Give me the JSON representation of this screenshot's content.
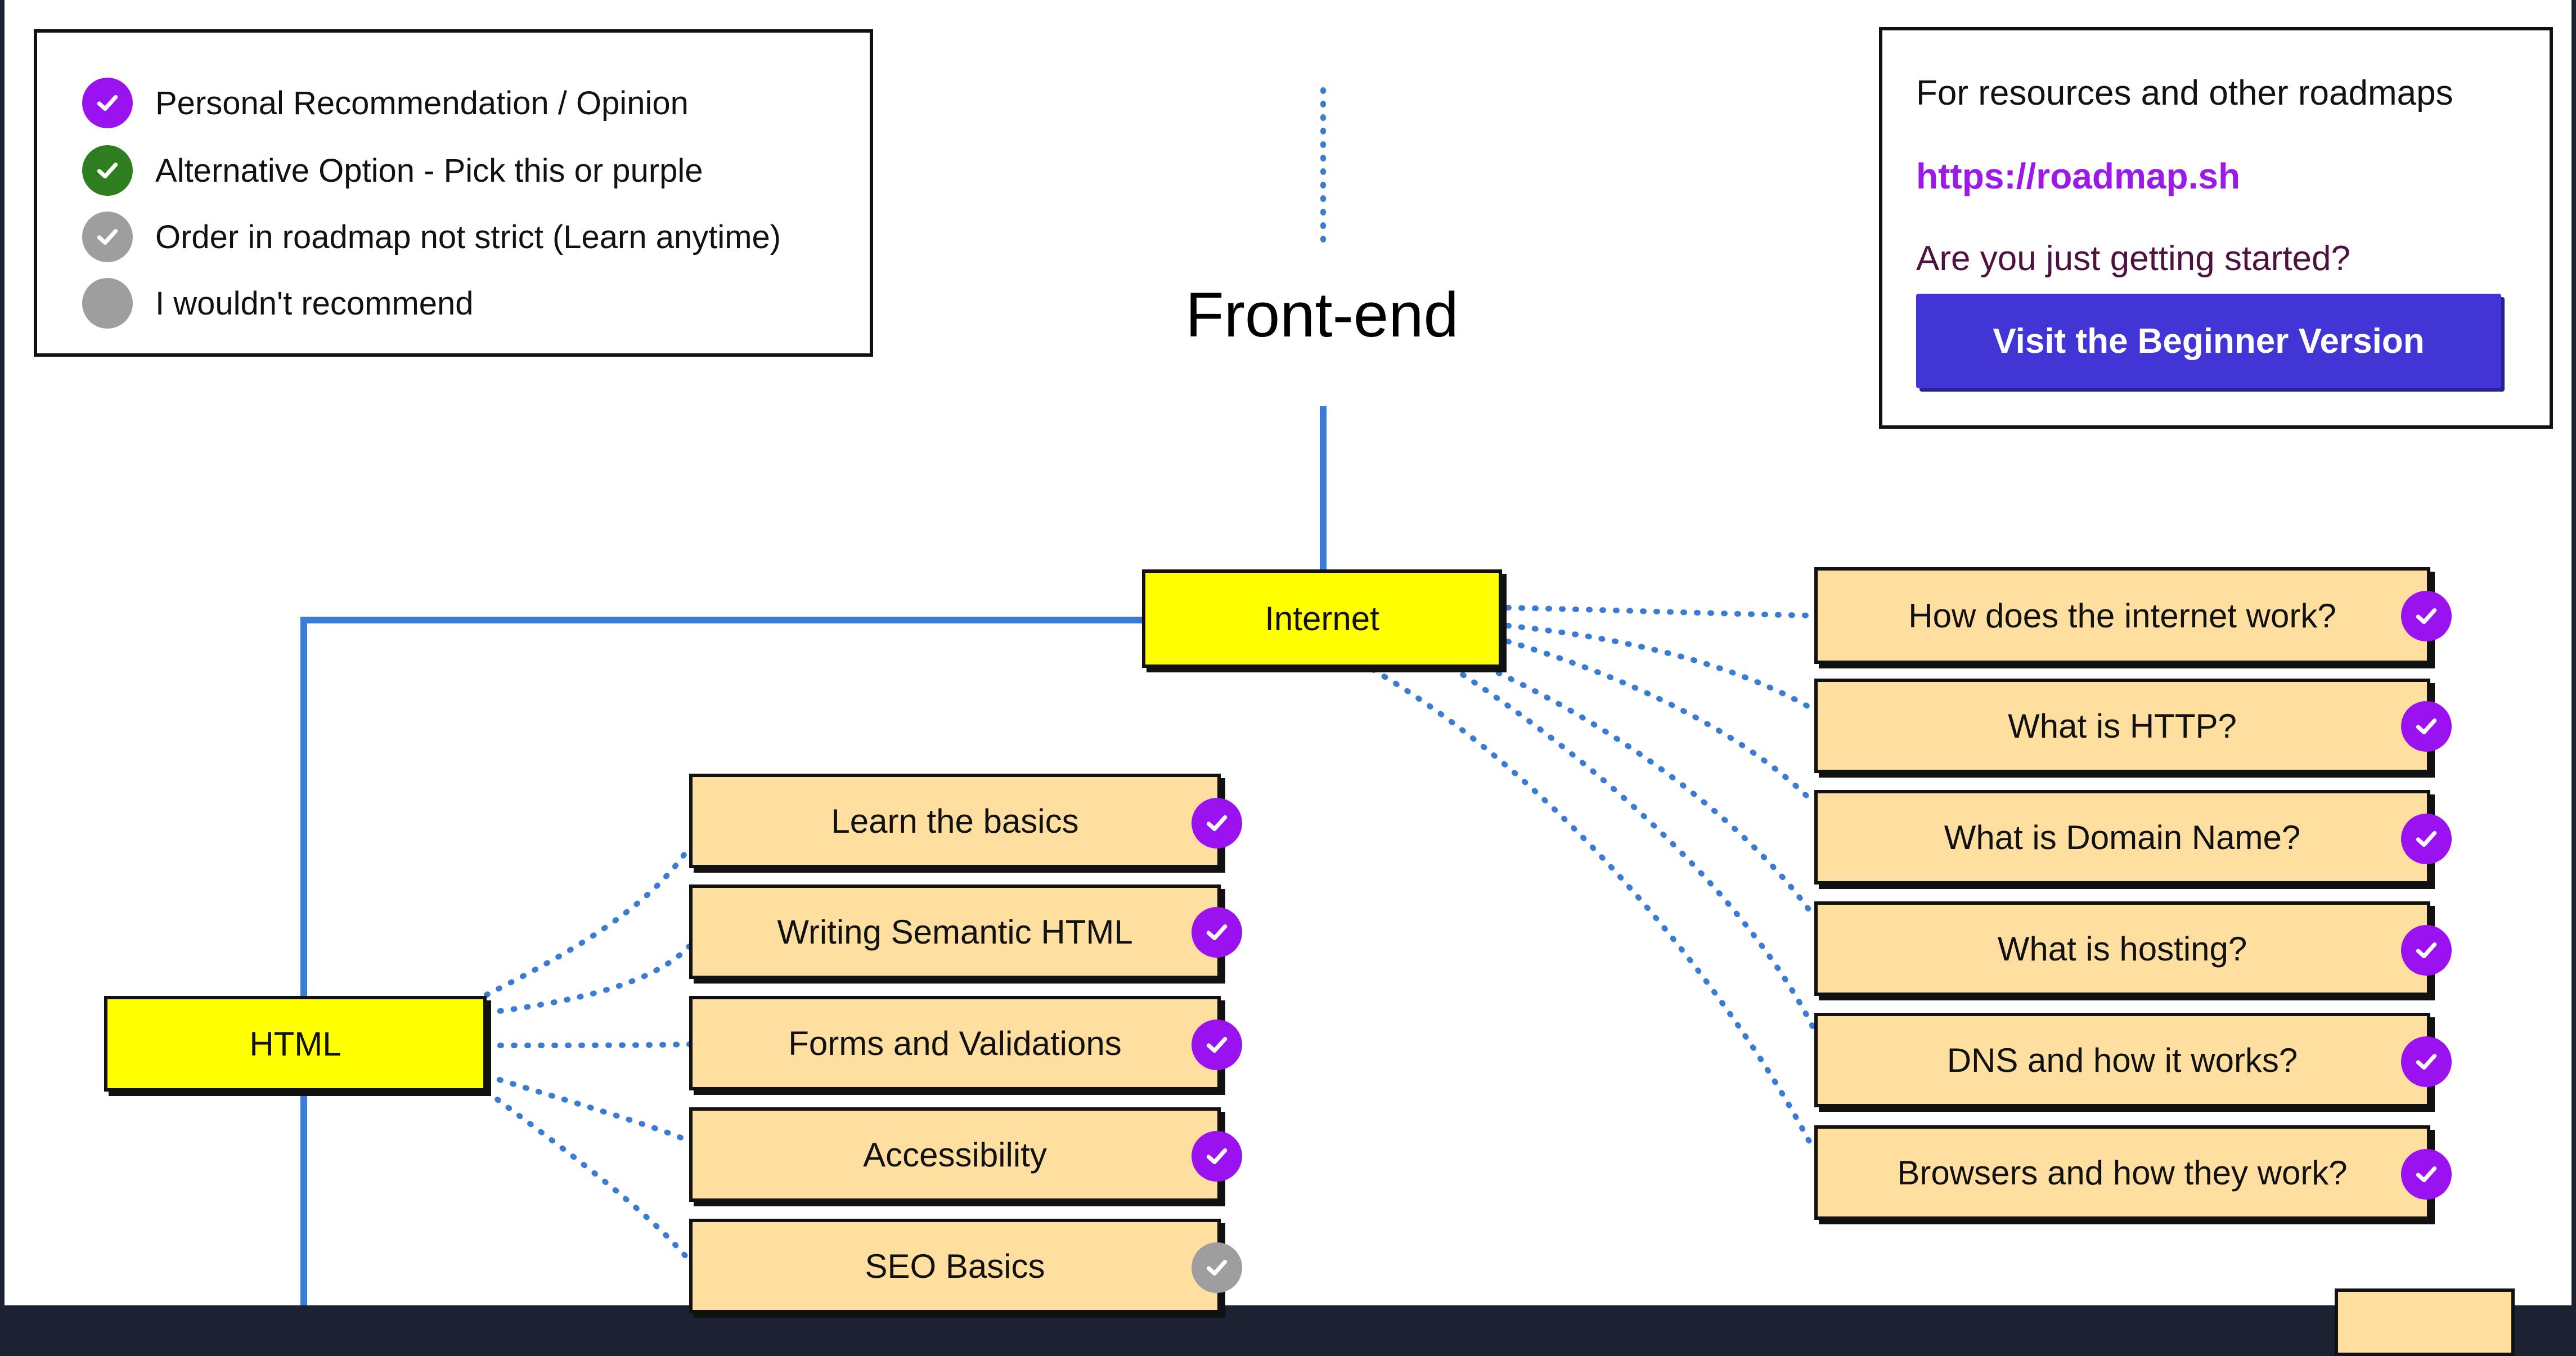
{
  "legend": {
    "items": [
      {
        "label": "Personal Recommendation / Opinion",
        "color": "#9b12f0",
        "check": true
      },
      {
        "label": "Alternative Option - Pick this or purple",
        "color": "#2e7d1f",
        "check": true
      },
      {
        "label": "Order in roadmap not strict (Learn anytime)",
        "color": "#9e9e9e",
        "check": true
      },
      {
        "label": "I wouldn't recommend",
        "color": "#9e9e9e",
        "check": false
      }
    ]
  },
  "resources": {
    "title": "For resources and other roadmaps",
    "link": "https://roadmap.sh",
    "question": "Are you just getting started?",
    "button": "Visit the Beginner Version"
  },
  "title": "Front-end",
  "colors": {
    "main_node": "#ffff00",
    "sub_node": "#fedf9f",
    "recommended": "#9b12f0",
    "anytime": "#9e9e9e",
    "connector": "#3a7bd5"
  },
  "nodes": {
    "internet": "Internet",
    "html": "HTML"
  },
  "internet_topics": [
    {
      "label": "How does the internet work?",
      "status": "recommended"
    },
    {
      "label": "What is HTTP?",
      "status": "recommended"
    },
    {
      "label": "What is Domain Name?",
      "status": "recommended"
    },
    {
      "label": "What is hosting?",
      "status": "recommended"
    },
    {
      "label": "DNS and how it works?",
      "status": "recommended"
    },
    {
      "label": "Browsers and how they work?",
      "status": "recommended"
    }
  ],
  "html_topics": [
    {
      "label": "Learn the basics",
      "status": "recommended"
    },
    {
      "label": "Writing Semantic HTML",
      "status": "recommended"
    },
    {
      "label": "Forms and Validations",
      "status": "recommended"
    },
    {
      "label": "Accessibility",
      "status": "recommended"
    },
    {
      "label": "SEO Basics",
      "status": "anytime"
    }
  ]
}
